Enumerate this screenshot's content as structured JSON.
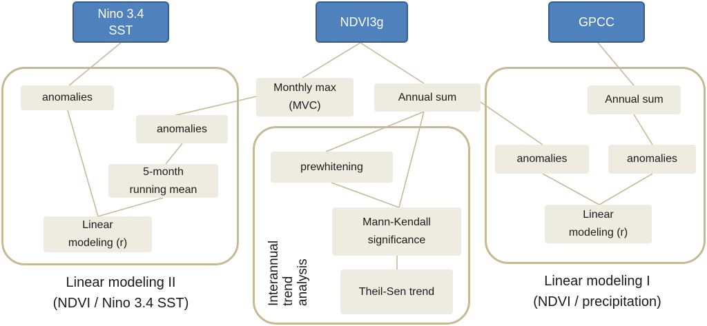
{
  "sources": {
    "nino": "Nino 3.4\nSST",
    "ndvi": "NDVI3g",
    "gpcc": "GPCC"
  },
  "left_panel": {
    "anomalies_1": "anomalies",
    "anomalies_2": "anomalies",
    "running_mean": "5-month\nrunning mean",
    "linear": "Linear\nmodeling (r)",
    "caption": "Linear modeling II\n(NDVI / Nino 3.4 SST)"
  },
  "middle": {
    "monthly_max": "Monthly max\n(MVC)",
    "annual_sum": "Annual sum"
  },
  "trend_panel": {
    "prewhitening": "prewhitening",
    "mann_kendall": "Mann-Kendall\nsignificance",
    "theil_sen": "Theil-Sen trend",
    "label": "Interannual\ntrend\nanalysis"
  },
  "right_panel": {
    "annual_sum": "Annual sum",
    "anomalies_1": "anomalies",
    "anomalies_2": "anomalies",
    "linear": "Linear\nmodeling (r)",
    "caption": "Linear modeling I\n(NDVI / precipitation)"
  },
  "colors": {
    "source_fill": "#4f81bd",
    "source_border": "#385d8a",
    "node_fill": "#eeece1",
    "group_border": "#c6b994",
    "connector": "#c6b994"
  }
}
